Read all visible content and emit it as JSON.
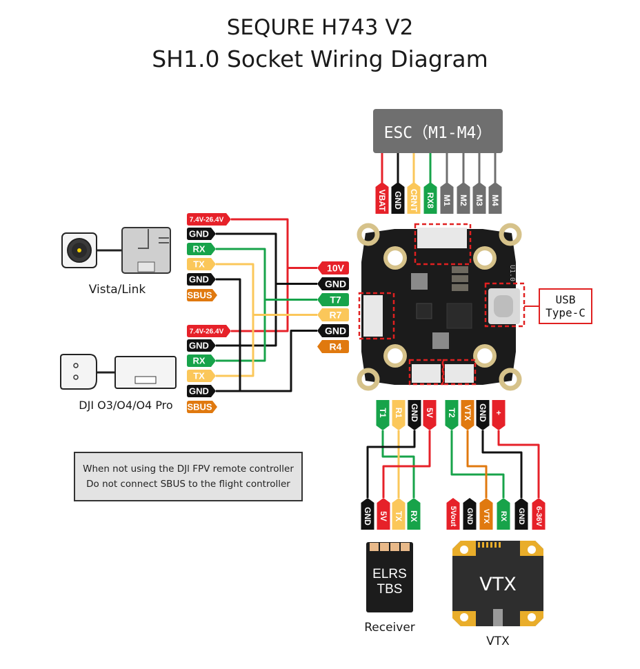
{
  "title": {
    "line1": "SEQURE H743 V2",
    "line2": "SH1.0 Socket Wiring Diagram"
  },
  "colors": {
    "red": "#e62129",
    "black": "#111111",
    "green": "#17a34a",
    "yellow": "#fbc75a",
    "orange": "#e0790f",
    "gray": "#6f6f6f",
    "dashed_red": "#e02020",
    "pcb": "#1b1b1b",
    "pad_gold": "#d6c28a"
  },
  "esc": {
    "label": "ESC（M1-M4）",
    "pins": [
      {
        "label": "VBAT",
        "color": "red"
      },
      {
        "label": "GND",
        "color": "black"
      },
      {
        "label": "CRNT",
        "color": "yellow"
      },
      {
        "label": "RX8",
        "color": "green"
      },
      {
        "label": "M1",
        "color": "gray"
      },
      {
        "label": "M2",
        "color": "gray"
      },
      {
        "label": "M3",
        "color": "gray"
      },
      {
        "label": "M4",
        "color": "gray"
      }
    ]
  },
  "vista": {
    "caption": "Vista/Link",
    "pins": [
      {
        "label": "7.4V-26.4V",
        "color": "red"
      },
      {
        "label": "GND",
        "color": "black"
      },
      {
        "label": "RX",
        "color": "green"
      },
      {
        "label": "TX",
        "color": "yellow"
      },
      {
        "label": "GND",
        "color": "black"
      },
      {
        "label": "SBUS",
        "color": "orange"
      }
    ]
  },
  "dji_o3": {
    "caption": "DJI O3/O4/O4 Pro",
    "pins": [
      {
        "label": "7.4V-26.4V",
        "color": "red"
      },
      {
        "label": "GND",
        "color": "black"
      },
      {
        "label": "RX",
        "color": "green"
      },
      {
        "label": "TX",
        "color": "yellow"
      },
      {
        "label": "GND",
        "color": "black"
      },
      {
        "label": "SBUS",
        "color": "orange"
      }
    ]
  },
  "fc_left": {
    "pins": [
      {
        "label": "10V",
        "color": "red"
      },
      {
        "label": "GND",
        "color": "black"
      },
      {
        "label": "T7",
        "color": "green"
      },
      {
        "label": "R7",
        "color": "yellow"
      },
      {
        "label": "GND",
        "color": "black"
      },
      {
        "label": "R4",
        "color": "orange"
      }
    ]
  },
  "board": {
    "version_mark": "U1.0"
  },
  "usb": {
    "line1": "USB",
    "line2": "Type-C"
  },
  "rx_port": {
    "pins": [
      {
        "label": "T1",
        "color": "green"
      },
      {
        "label": "R1",
        "color": "yellow"
      },
      {
        "label": "GND",
        "color": "black"
      },
      {
        "label": "5V",
        "color": "red"
      }
    ]
  },
  "vtx_port": {
    "pins": [
      {
        "label": "T2",
        "color": "green"
      },
      {
        "label": "VTX",
        "color": "orange"
      },
      {
        "label": "GND",
        "color": "black"
      },
      {
        "label": "+",
        "color": "red"
      }
    ]
  },
  "receiver": {
    "caption": "Receiver",
    "chip_line1": "ELRS",
    "chip_line2": "TBS",
    "pins": [
      {
        "label": "GND",
        "color": "black"
      },
      {
        "label": "5V",
        "color": "red"
      },
      {
        "label": "TX",
        "color": "yellow"
      },
      {
        "label": "RX",
        "color": "green"
      }
    ]
  },
  "vtx": {
    "caption": "VTX",
    "chip_label": "VTX",
    "pins": [
      {
        "label": "5Vout",
        "color": "red"
      },
      {
        "label": "GND",
        "color": "black"
      },
      {
        "label": "VTX",
        "color": "orange"
      },
      {
        "label": "RX",
        "color": "green"
      },
      {
        "label": "GND",
        "color": "black"
      },
      {
        "label": "6-36V",
        "color": "red"
      }
    ]
  },
  "note": {
    "line1": "When not using the DJl FPV remote controller",
    "line2": "Do not connect SBUS to the flight controller"
  }
}
